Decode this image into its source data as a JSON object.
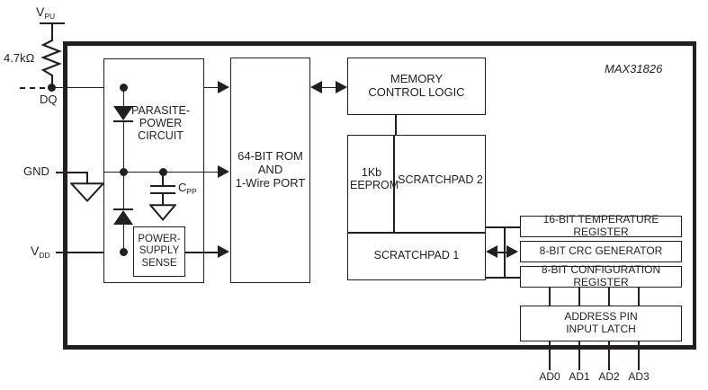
{
  "diagram": {
    "part_number": "MAX31826",
    "pins": {
      "vpu": "V",
      "vpu_sub": "PU",
      "resistor_value": "4.7kΩ",
      "dq": "DQ",
      "gnd": "GND",
      "vdd": "V",
      "vdd_sub": "DD",
      "cpp": "C",
      "cpp_sub": "PP"
    },
    "address_pins": [
      "AD0",
      "AD1",
      "AD2",
      "AD3"
    ],
    "blocks": {
      "parasite_power": "PARASITE-\nPOWER\nCIRCUIT",
      "parasite_power_l1": "PARASITE-",
      "parasite_power_l2": "POWER",
      "parasite_power_l3": "CIRCUIT",
      "power_supply_sense_l1": "POWER-",
      "power_supply_sense_l2": "SUPPLY",
      "power_supply_sense_l3": "SENSE",
      "rom_port_l1": "64-BIT ROM",
      "rom_port_l2": "AND",
      "rom_port_l3": "1-Wire PORT",
      "memory_control_l1": "MEMORY",
      "memory_control_l2": "CONTROL LOGIC",
      "eeprom_l1": "1Kb",
      "eeprom_l2": "EEPROM",
      "scratchpad2": "SCRATCHPAD 2",
      "scratchpad1": "SCRATCHPAD 1",
      "temperature_register": "16-BIT TEMPERATURE REGISTER",
      "crc_generator": "8-BIT CRC GENERATOR",
      "configuration_register": "8-BIT CONFIGURATION REGISTER",
      "address_latch_l1": "ADDRESS PIN",
      "address_latch_l2": "INPUT LATCH"
    },
    "colors": {
      "ink": "#231f20",
      "background": "#ffffff"
    }
  }
}
